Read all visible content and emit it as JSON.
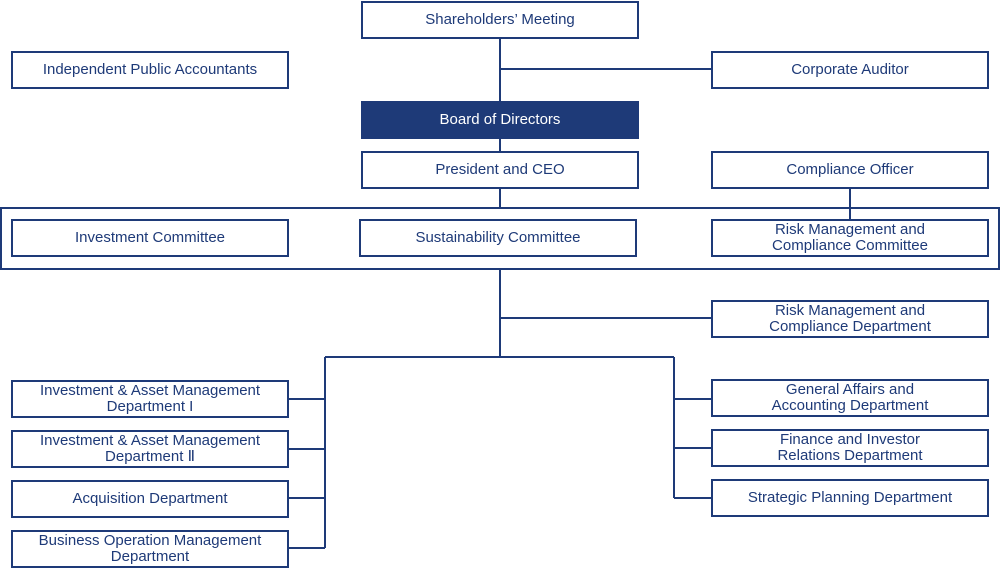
{
  "shareholders": "Shareholders’ Meeting",
  "accountants": "Independent Public Accountants",
  "auditor": "Corporate Auditor",
  "board": "Board of Directors",
  "president": "President and CEO",
  "compliance_officer": "Compliance Officer",
  "committees": {
    "investment": "Investment Committee",
    "sustainability": "Sustainability Committee",
    "risk": "Risk Management and\nCompliance Committee"
  },
  "risk_department": "Risk Management and\nCompliance Department",
  "left_departments": [
    "Investment & Asset Management\nDepartment I",
    "Investment & Asset Management\nDepartment Ⅱ",
    "Acquisition Department",
    "Business Operation Management\nDepartment"
  ],
  "right_departments": [
    "General Affairs and\nAccounting Department",
    "Finance and Investor\nRelations Department",
    "Strategic Planning Department"
  ],
  "colors": {
    "primary": "#1e3a78",
    "background": "#ffffff"
  }
}
